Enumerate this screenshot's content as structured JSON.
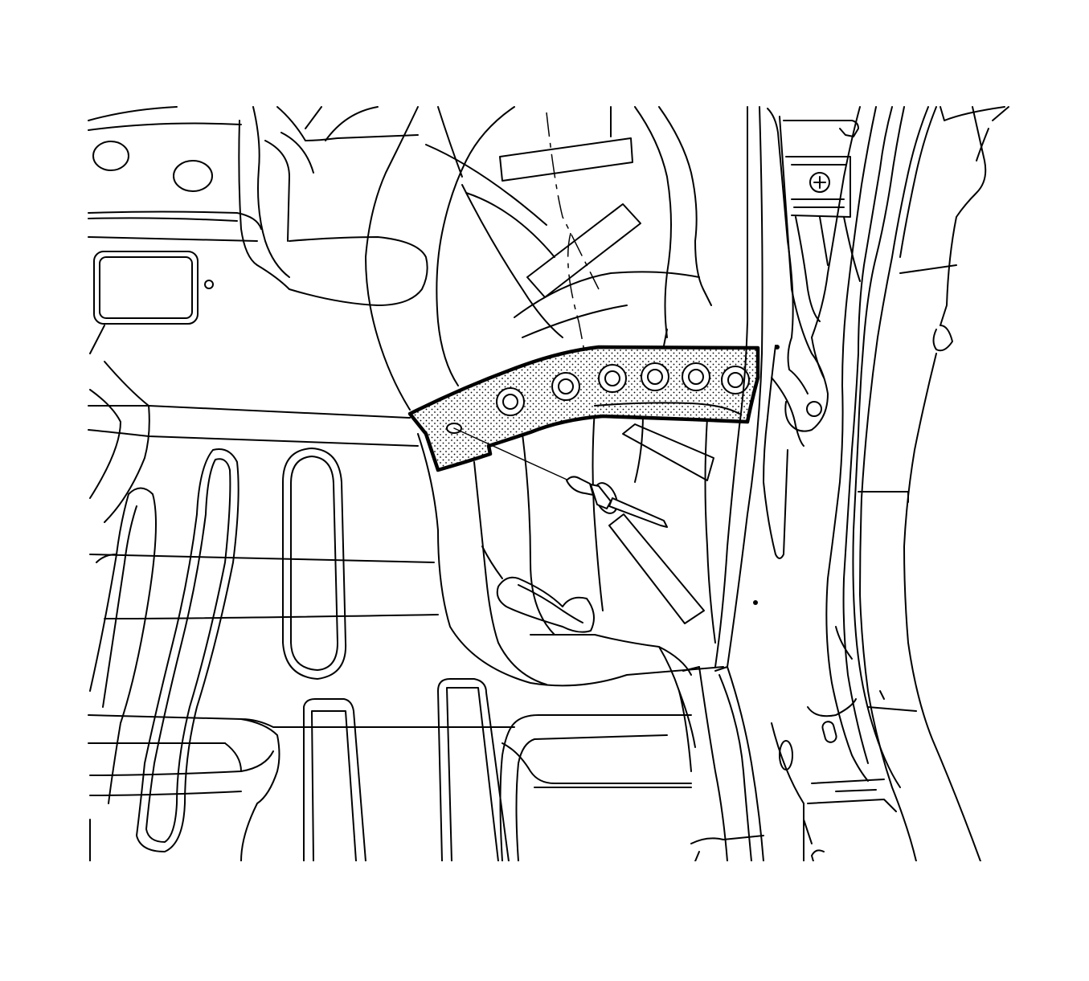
{
  "figure": {
    "background": "#ffffff",
    "line_color": "#000000",
    "highlight_pattern": "stipple",
    "components": {
      "floor_panel": "floor-panel",
      "highlighted_bracket": "reinforcement-bracket",
      "fastener": "rivet",
      "pillar": "body-pillar"
    }
  }
}
